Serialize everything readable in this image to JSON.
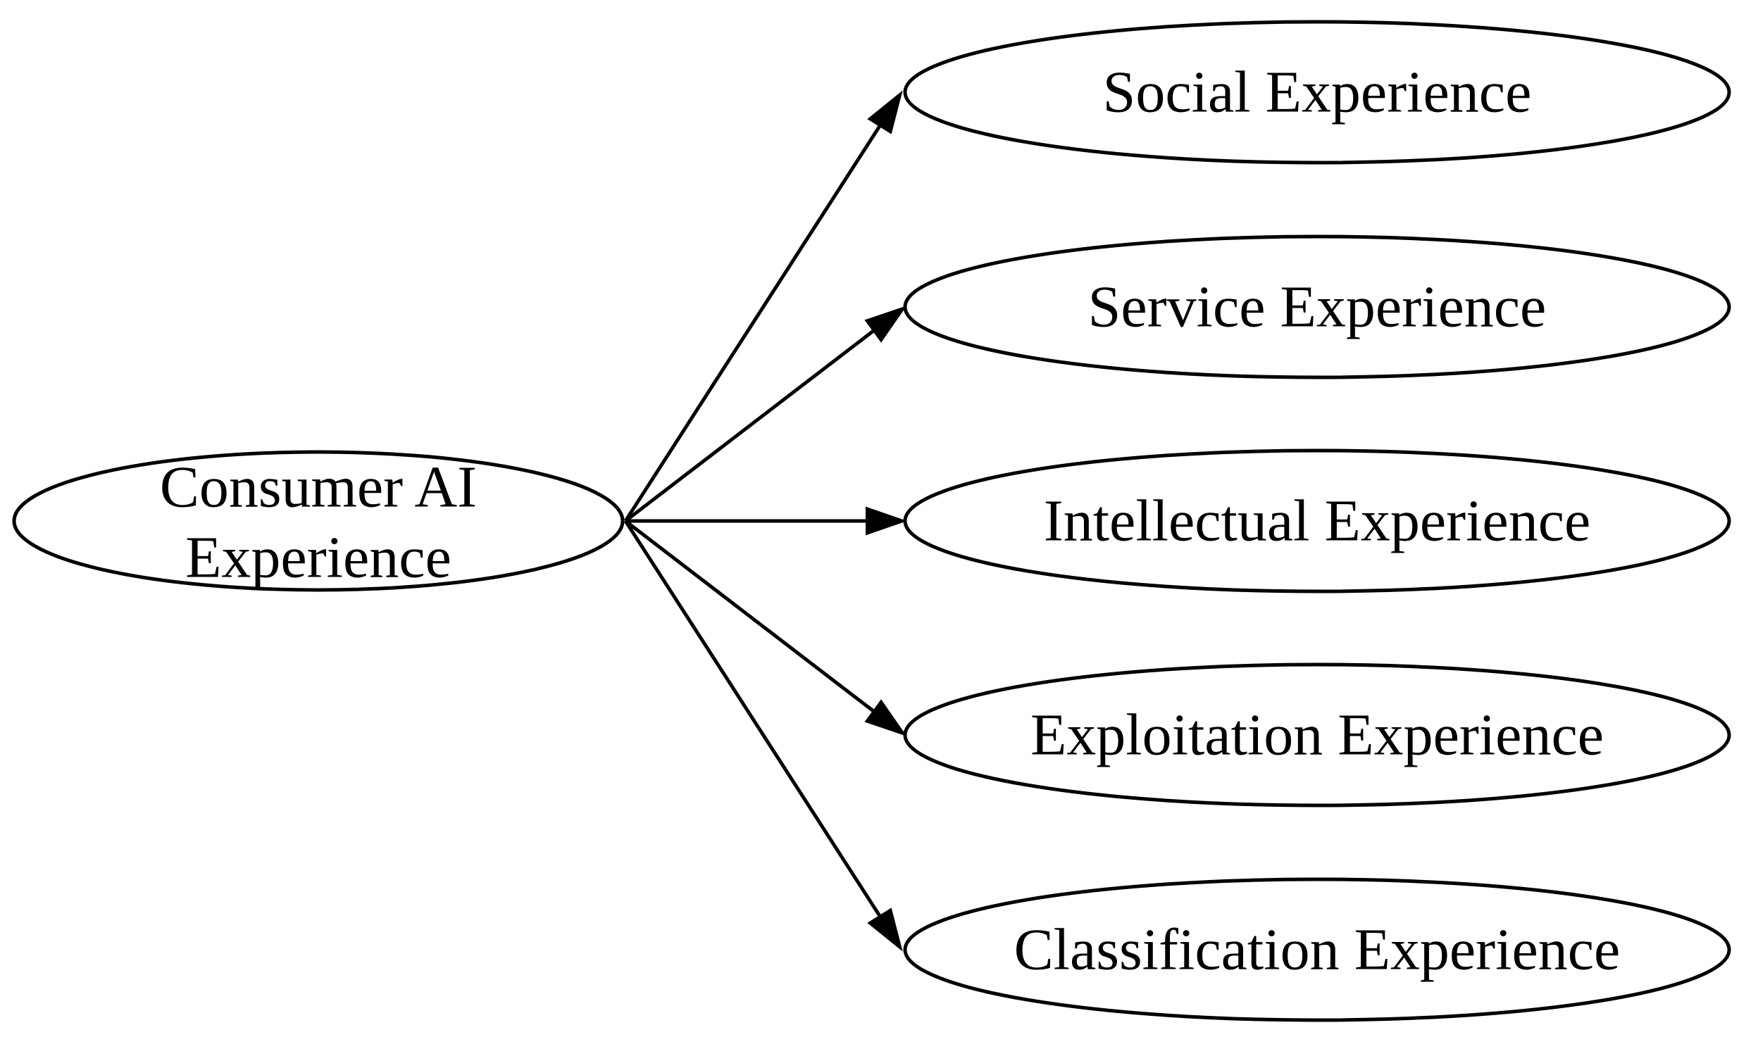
{
  "diagram": {
    "source": {
      "label_lines": [
        "Consumer AI",
        "Experience"
      ]
    },
    "targets": [
      {
        "label": "Social Experience"
      },
      {
        "label": "Service Experience"
      },
      {
        "label": "Intellectual Experience"
      },
      {
        "label": "Exploitation Experience"
      },
      {
        "label": "Classification Experience"
      }
    ],
    "colors": {
      "stroke": "#000000",
      "fill": "#ffffff",
      "background": "#ffffff"
    }
  }
}
